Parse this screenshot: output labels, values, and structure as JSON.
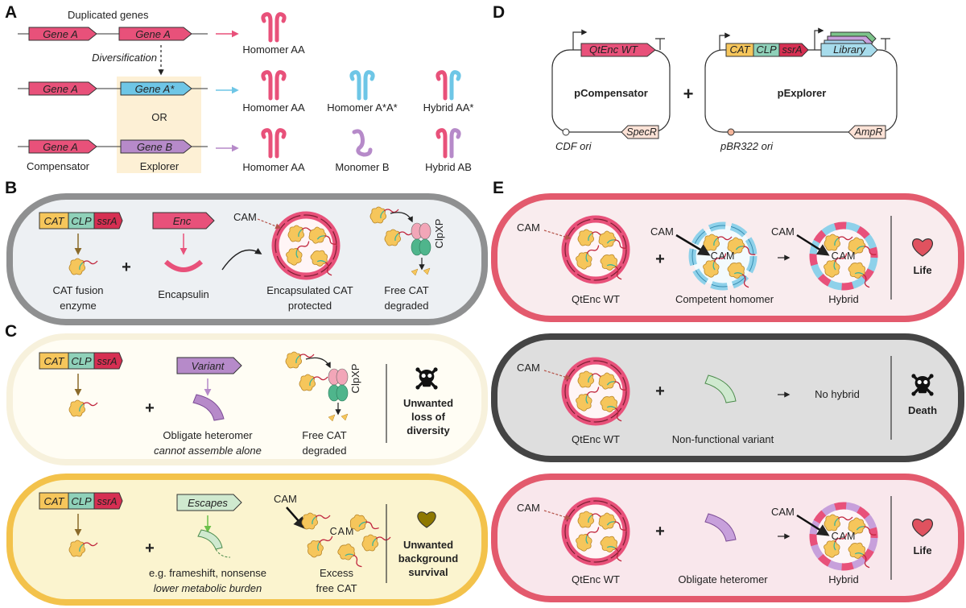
{
  "panels": {
    "a": "A",
    "b": "B",
    "c": "C",
    "d": "D",
    "e": "E"
  },
  "A": {
    "title": "Duplicated genes",
    "diversification": "Diversification",
    "gene_a": "Gene A",
    "gene_a_star": "Gene A*",
    "gene_b": "Gene B",
    "or": "OR",
    "compensator": "Compensator",
    "explorer": "Explorer",
    "homomer_aa": "Homomer AA",
    "homomer_a_star": "Homomer A*A*",
    "hybrid_aa_star": "Hybrid AA*",
    "monomer_b": "Monomer B",
    "hybrid_ab": "Hybrid AB",
    "colors": {
      "gene_a": "#e8517a",
      "gene_a_star": "#6ec6e6",
      "gene_b": "#b68ac9",
      "explorer_bg": "#fdf0d5"
    }
  },
  "parts": {
    "cat": "CAT",
    "clp": "CLP",
    "ssra": "ssrA",
    "clpxp": "ClpXP",
    "cam": "CAM"
  },
  "B": {
    "enc": "Enc",
    "cat_fusion_1": "CAT fusion",
    "cat_fusion_2": "enzyme",
    "encapsulin": "Encapsulin",
    "encapsulated_1": "Encapsulated CAT",
    "encapsulated_2": "protected",
    "free_1": "Free CAT",
    "free_2": "degraded",
    "plus": "+"
  },
  "C": {
    "variant": "Variant",
    "obligate_1": "Obligate heteromer",
    "obligate_2": "cannot assemble alone",
    "free_1": "Free CAT",
    "free_2": "degraded",
    "loss_1": "Unwanted",
    "loss_2": "loss of",
    "loss_3": "diversity",
    "escapes": "Escapes",
    "escape_1": "e.g. frameshift, nonsense",
    "escape_2": "lower metabolic burden",
    "excess_1": "Excess",
    "excess_2": "free CAT",
    "bg_1": "Unwanted",
    "bg_2": "background",
    "bg_3": "survival"
  },
  "D": {
    "qtenc_wt": "QtEnc WT",
    "pcompensator": "pCompensator",
    "specr": "SpecR",
    "cdf_ori": "CDF ori",
    "library": "Library",
    "pexplorer": "pExplorer",
    "ampr": "AmpR",
    "pbr322_ori": "pBR322 ori",
    "plus": "+"
  },
  "E": {
    "qtenc_wt": "QtEnc WT",
    "competent": "Competent homomer",
    "hybrid": "Hybrid",
    "life": "Life",
    "nonfunctional": "Non-functional variant",
    "no_hybrid": "No hybrid",
    "death": "Death",
    "obligate": "Obligate heteromer"
  }
}
